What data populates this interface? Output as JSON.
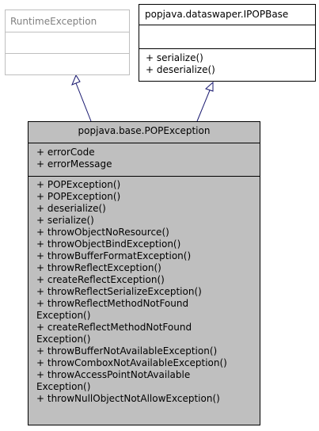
{
  "runtime_exception": {
    "name": "RuntimeException"
  },
  "ipop_base": {
    "name": "popjava.dataswaper.IPOPBase",
    "operations": [
      "+ serialize()",
      "+ deserialize()"
    ]
  },
  "pop_exception": {
    "name": "popjava.base.POPException",
    "attributes": [
      "+ errorCode",
      "+ errorMessage"
    ],
    "operations": [
      "+ POPException()",
      "+ POPException()",
      "+ deserialize()",
      "+ serialize()",
      "+ throwObjectNoResource()",
      "+ throwObjectBindException()",
      "+ throwBufferFormatException()",
      "+ throwReflectException()",
      "+ createReflectException()",
      "+ throwReflectSerializeException()",
      "+ throwReflectMethodNotFound",
      "Exception()",
      "+ createReflectMethodNotFound",
      "Exception()",
      "+ throwBufferNotAvailableException()",
      "+ throwComboxNotAvailableException()",
      "+ throwAccessPointNotAvailable",
      "Exception()",
      "+ throwNullObjectNotAllowException()"
    ]
  },
  "colors": {
    "main_fill": "#bfbfbf",
    "ghost_border": "#bfbfbf",
    "ghost_text": "#808080",
    "arrow_stroke": "#191970"
  }
}
